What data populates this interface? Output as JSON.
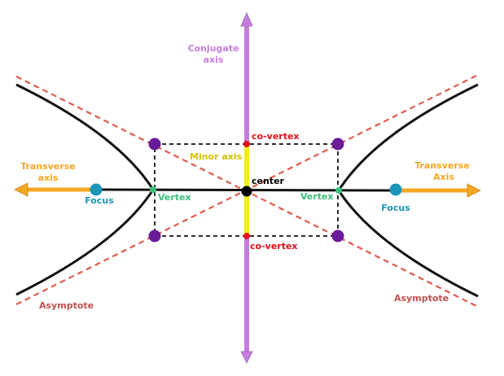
{
  "labels": {
    "conjugate_axis_line1": "Conjugate",
    "conjugate_axis_line2": "axis",
    "transverse_left_line1": "Transverse",
    "transverse_left_line2": "axis",
    "transverse_right_line1": "Transverse",
    "transverse_right_line2": "Axis",
    "co_vertex_top": "co-vertex",
    "co_vertex_bottom": "co-vertex",
    "minor_axis": "Minor axis",
    "center": "center",
    "vertex_left": "Vertex",
    "vertex_right": "Vertex",
    "focus_left": "Focus",
    "focus_right": "Focus",
    "asymptote_left": "Asymptote",
    "asymptote_right": "Asymptote"
  },
  "colors": {
    "conjugate_axis": "#c77ddf",
    "transverse_axis": "#f5a623",
    "asymptote": "#e05a4e",
    "asymptote_label": "#c0504d",
    "hyperbola": "#111111",
    "minor_axis": "#f2ee1a",
    "minor_axis_label": "#d6c400",
    "co_vertex": "#e3101a",
    "vertex": "#3bbf7a",
    "focus": "#1a95b8",
    "corner_points": "#6a1b9a",
    "center": "#000000"
  }
}
